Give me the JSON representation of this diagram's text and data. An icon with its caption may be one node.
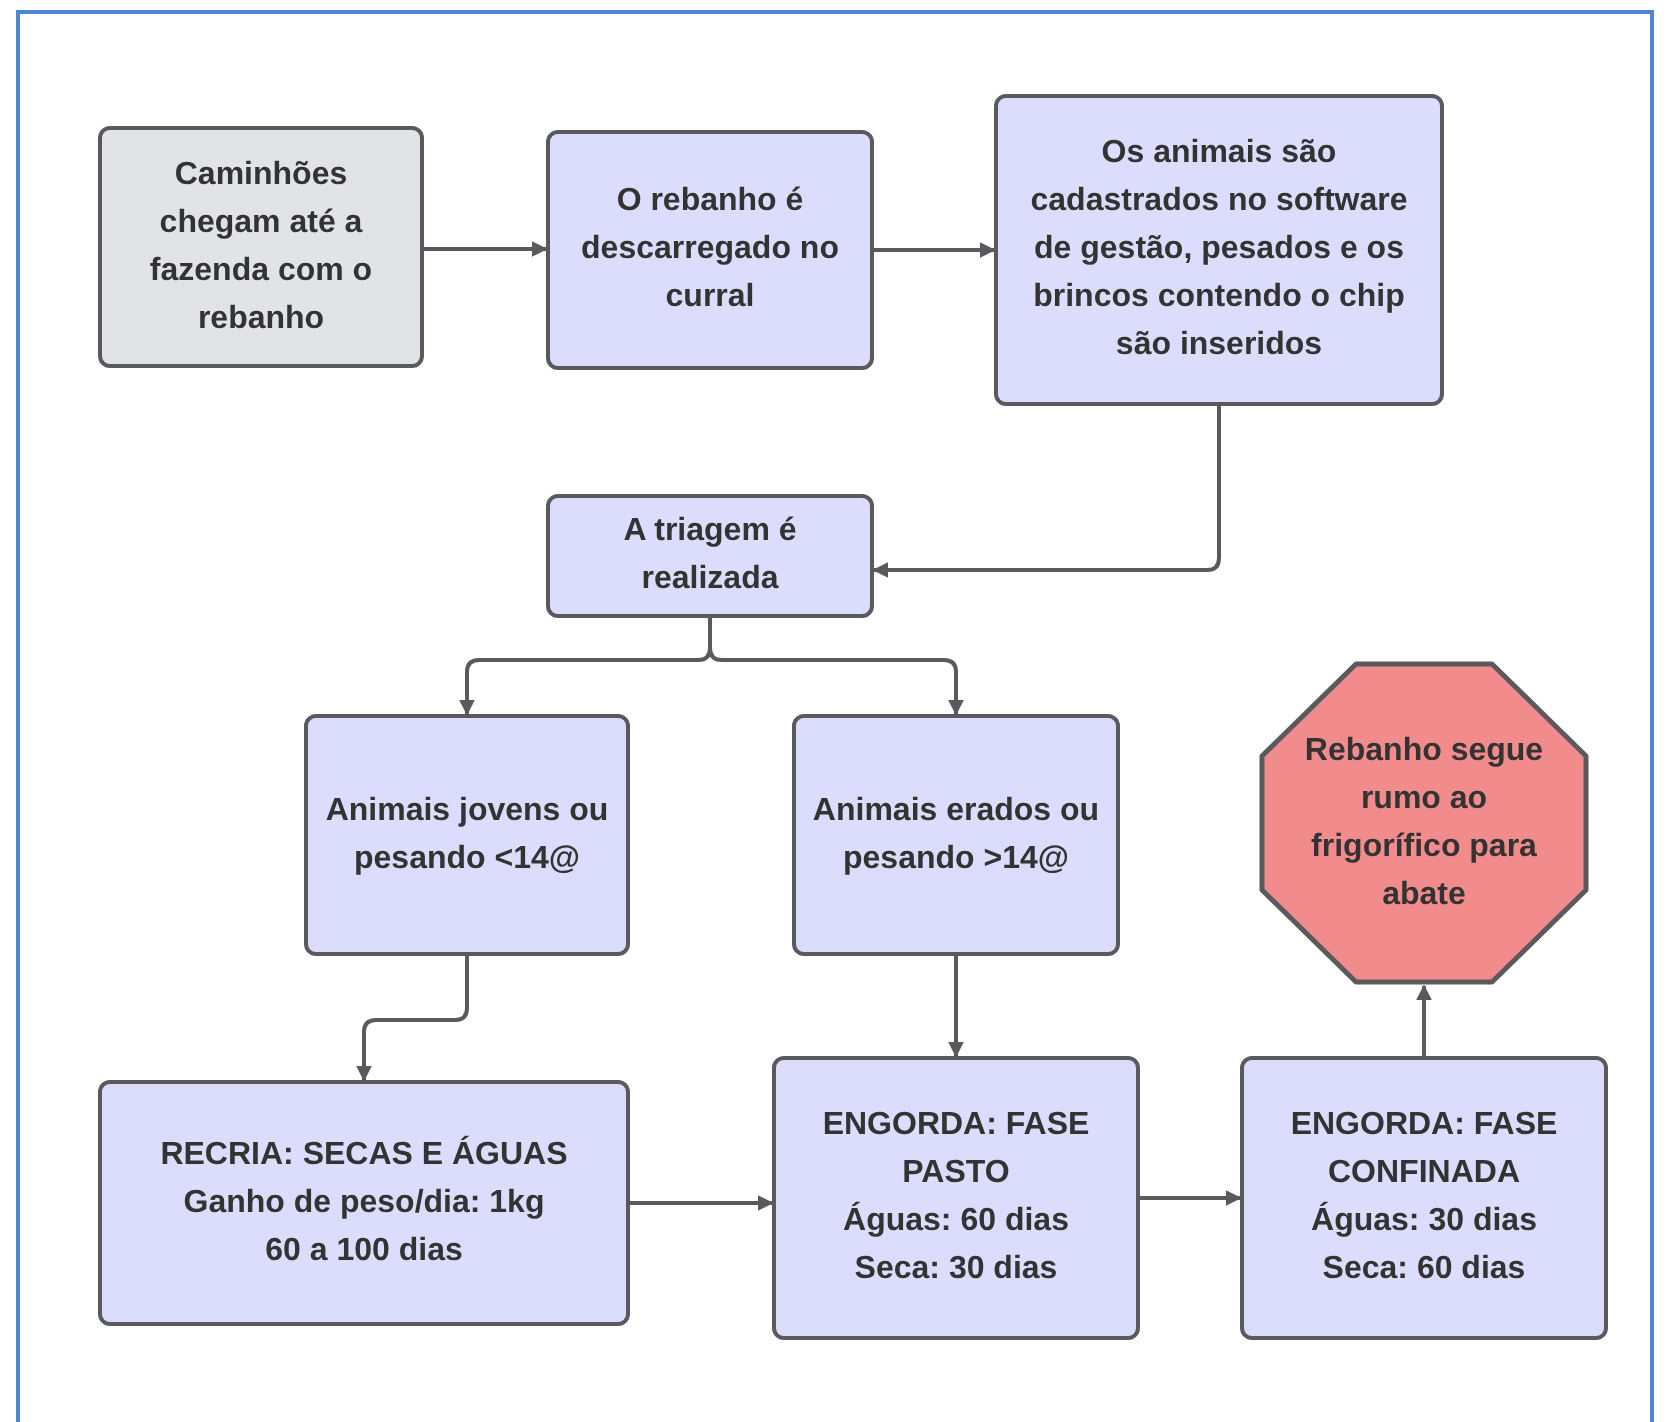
{
  "diagram": {
    "nodes": [
      {
        "text": [
          "Caminhões chegam até a fazenda com o rebanho"
        ]
      },
      {
        "text": [
          "O rebanho é descarregado no curral"
        ]
      },
      {
        "text": [
          "Os animais são cadastrados no software de gestão, pesados e os brincos contendo o chip são inseridos"
        ]
      },
      {
        "text": [
          "A triagem é realizada"
        ]
      },
      {
        "text": [
          "Animais jovens ou pesando <14@"
        ]
      },
      {
        "text": [
          "Animais erados ou pesando >14@"
        ]
      },
      {
        "text": [
          "Rebanho segue rumo ao frigorífico para abate"
        ]
      },
      {
        "text": [
          "RECRIA: SECAS E ÁGUAS",
          "Ganho de peso/dia: 1kg",
          "60 a 100 dias"
        ]
      },
      {
        "text": [
          "ENGORDA: FASE PASTO",
          "Águas: 60 dias",
          "Seca: 30 dias"
        ]
      },
      {
        "text": [
          "ENGORDA: FASE CONFINADA",
          "Águas: 30 dias",
          "Seca: 60 dias"
        ]
      }
    ],
    "edges": [
      {
        "from": 0,
        "to": 1,
        "arrow": "to"
      },
      {
        "from": 1,
        "to": 2,
        "arrow": "to"
      },
      {
        "from": 2,
        "to": 3,
        "arrow": "to"
      },
      {
        "from": 3,
        "to": 4,
        "arrow": "to"
      },
      {
        "from": 3,
        "to": 5,
        "arrow": "to"
      },
      {
        "from": 4,
        "to": 7,
        "arrow": "to"
      },
      {
        "from": 5,
        "to": 8,
        "arrow": "to"
      },
      {
        "from": 7,
        "to": 8,
        "arrow": "to"
      },
      {
        "from": 8,
        "to": 9,
        "arrow": "to"
      },
      {
        "from": 9,
        "to": 6,
        "arrow": "to"
      }
    ]
  }
}
